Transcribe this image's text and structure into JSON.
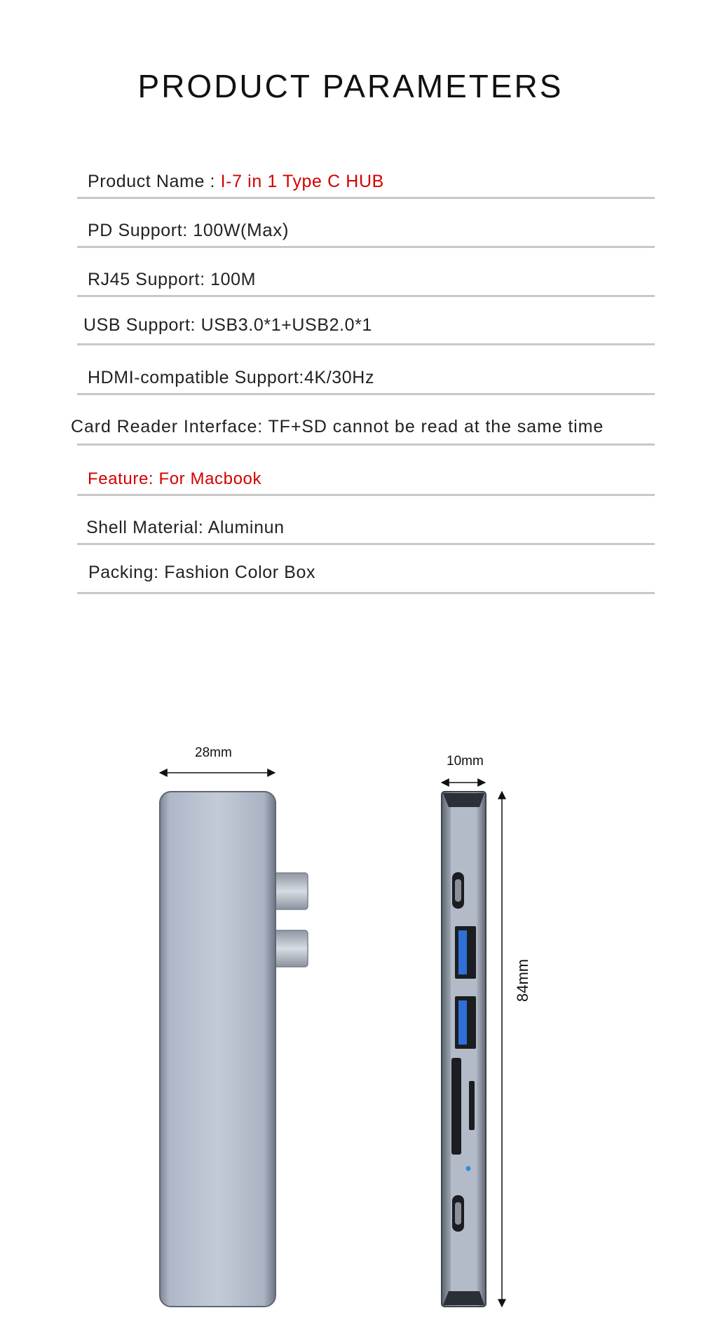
{
  "heading": "PRODUCT PARAMETERS",
  "params": [
    {
      "label": "Product Name : ",
      "value": "I-7 in 1 Type C HUB"
    },
    {
      "label": "PD Support: 100W(",
      "value": "Max)"
    },
    {
      "text": "RJ45 Support: 100M"
    },
    {
      "text": "USB Support: USB3.0*1+USB2.0*1"
    },
    {
      "text": "HDMI-compatible Support:4K/30Hz"
    },
    {
      "text": "Card Reader Interface: TF+SD cannot be read at the same time"
    },
    {
      "text": "Feature: For Macbook"
    },
    {
      "text": "Shell Material: Aluminun"
    },
    {
      "text": "Packing: Fashion Color Box"
    }
  ],
  "dimensions": {
    "width": "28mm",
    "thickness": "10mm",
    "length": "84mm"
  },
  "colors": {
    "accent_red": "#d40000",
    "divider": "#c8c8c8",
    "port_blue": "#2f6fd8"
  }
}
